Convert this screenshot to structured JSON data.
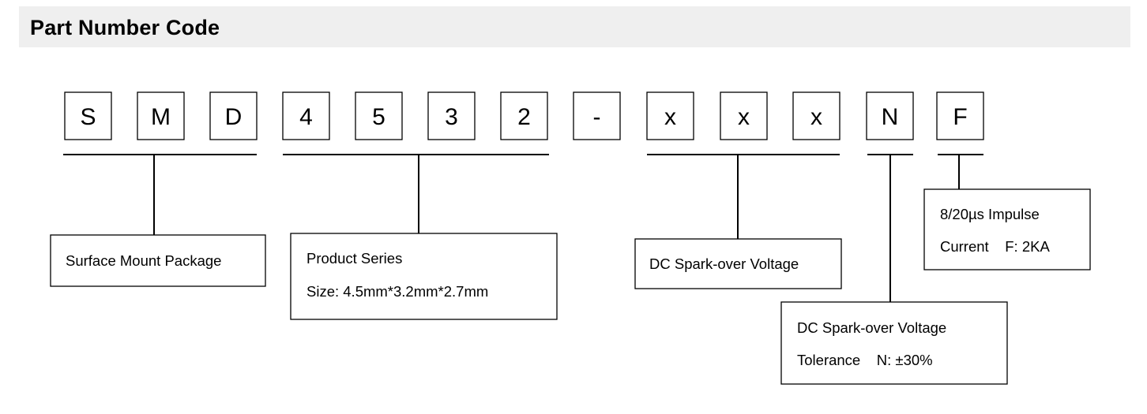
{
  "header": {
    "title": "Part Number Code"
  },
  "code": {
    "characters": [
      "S",
      "M",
      "D",
      "4",
      "5",
      "3",
      "2",
      "-",
      "x",
      "x",
      "x",
      "N",
      "F"
    ]
  },
  "descriptions": {
    "package": {
      "line1": "Surface Mount Package"
    },
    "series": {
      "line1": "Product Series",
      "line2": "Size: 4.5mm*3.2mm*2.7mm"
    },
    "voltage": {
      "line1": "DC Spark-over Voltage"
    },
    "tolerance": {
      "line1": "DC Spark-over Voltage",
      "line2": "Tolerance    N: ±30%"
    },
    "impulse": {
      "line1": "8/20µs Impulse",
      "line2": "Current    F: 2KA"
    }
  }
}
